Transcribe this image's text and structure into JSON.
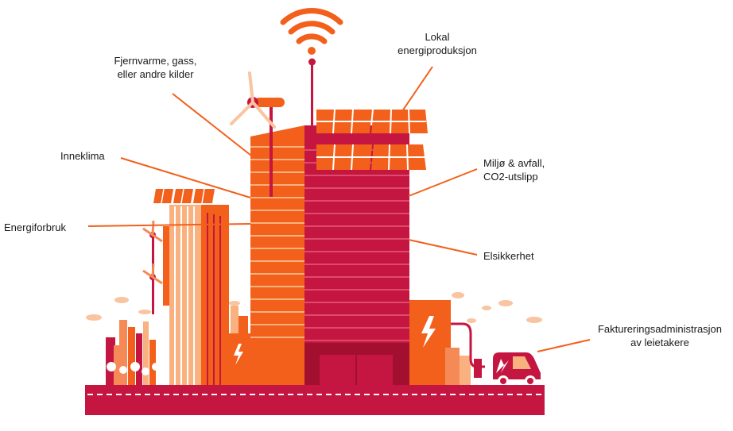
{
  "labels": {
    "heating": {
      "line1": "Fjernvarme, gass,",
      "line2": "eller andre kilder"
    },
    "local_production": {
      "line1": "Lokal",
      "line2": "energiproduksjon"
    },
    "indoor_climate": "Inneklima",
    "energy_use": "Energiforbruk",
    "environment": {
      "line1": "Miljø & avfall,",
      "line2": "CO2-utslipp"
    },
    "electrical_safety": "Elsikkerhet",
    "billing": {
      "line1": "Faktureringsadministrasjon",
      "line2": "av leietakere"
    }
  },
  "colors": {
    "orange": "#f2601b",
    "light_orange": "#f58a56",
    "crimson": "#c41640",
    "dark_crimson": "#a3102f",
    "pale_orange": "#f9b27f",
    "line": "#f2601b"
  }
}
